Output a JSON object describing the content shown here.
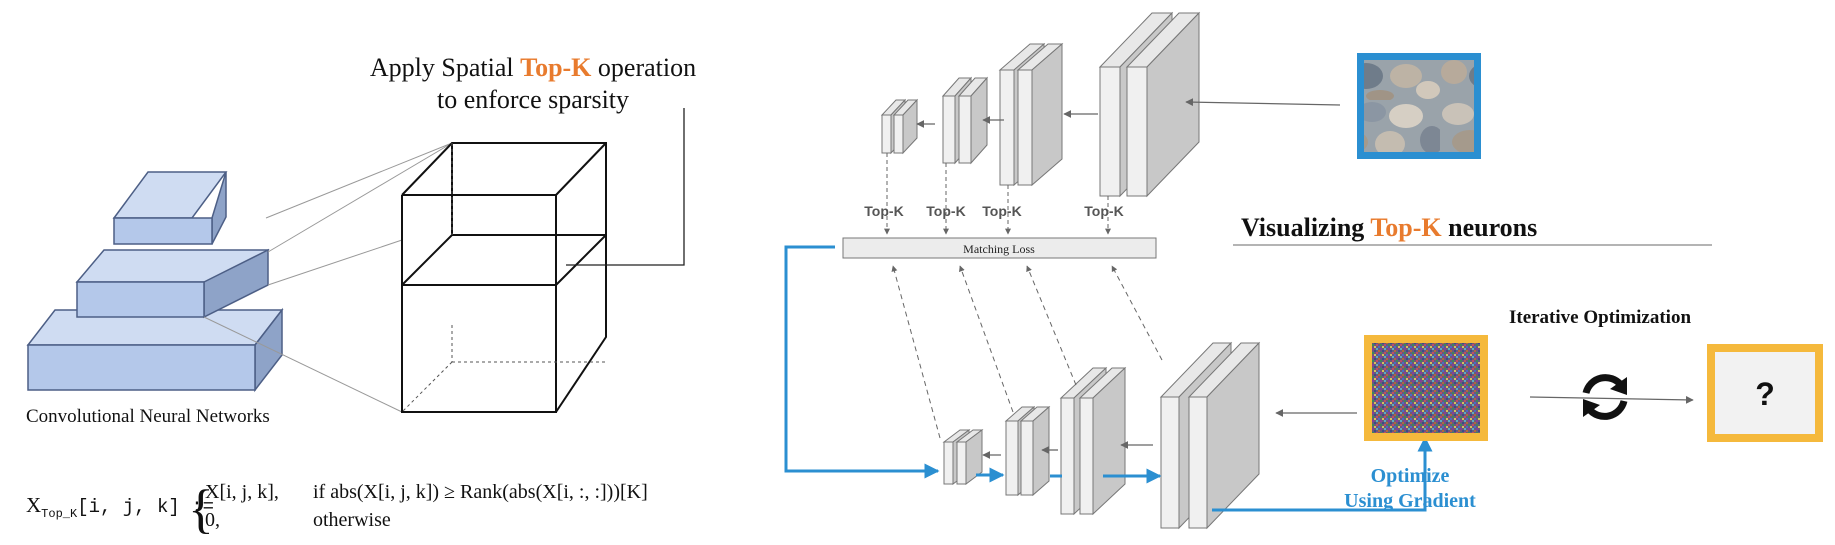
{
  "left_panel": {
    "callout_prefix": "Apply Spatial ",
    "callout_highlight": "Top-K",
    "callout_suffix": " operation",
    "callout_line2": "to enforce sparsity",
    "cnn_caption": "Convolutional Neural Networks"
  },
  "formula": {
    "lhs_x": "X",
    "lhs_sub": "Top_K",
    "lhs_args": "[i, j, k] :=",
    "brace": "{",
    "case1_value": "X[i, j, k],",
    "case1_condition": "if abs(X[i, j, k]) ≥ Rank(abs(X[i, :, :]))[K]",
    "case2_value": "0,",
    "case2_condition": "otherwise"
  },
  "pipeline": {
    "topk_labels": [
      "Top-K",
      "Top-K",
      "Top-K",
      "Top-K"
    ],
    "matching_loss": "Matching Loss",
    "optimize_line1": "Optimize",
    "optimize_line2": "Using Gradient",
    "iterative_title": "Iterative Optimization",
    "unknown_symbol": "?"
  },
  "right_heading": {
    "prefix": "Visualizing ",
    "highlight": "Top-K",
    "suffix": " neurons"
  },
  "colors": {
    "highlight_orange": "#e87b2e",
    "accent_blue": "#2b8fd1",
    "frame_yellow": "#f5b93c",
    "layer_blue": "#b4c8ea",
    "layer_blue_dark": "#7e93bd",
    "slab_gray": "#c8c8c8"
  },
  "icons": {
    "refresh": "refresh-cycle-icon",
    "texture": "pebble-texture-image",
    "noise": "noise-image"
  }
}
